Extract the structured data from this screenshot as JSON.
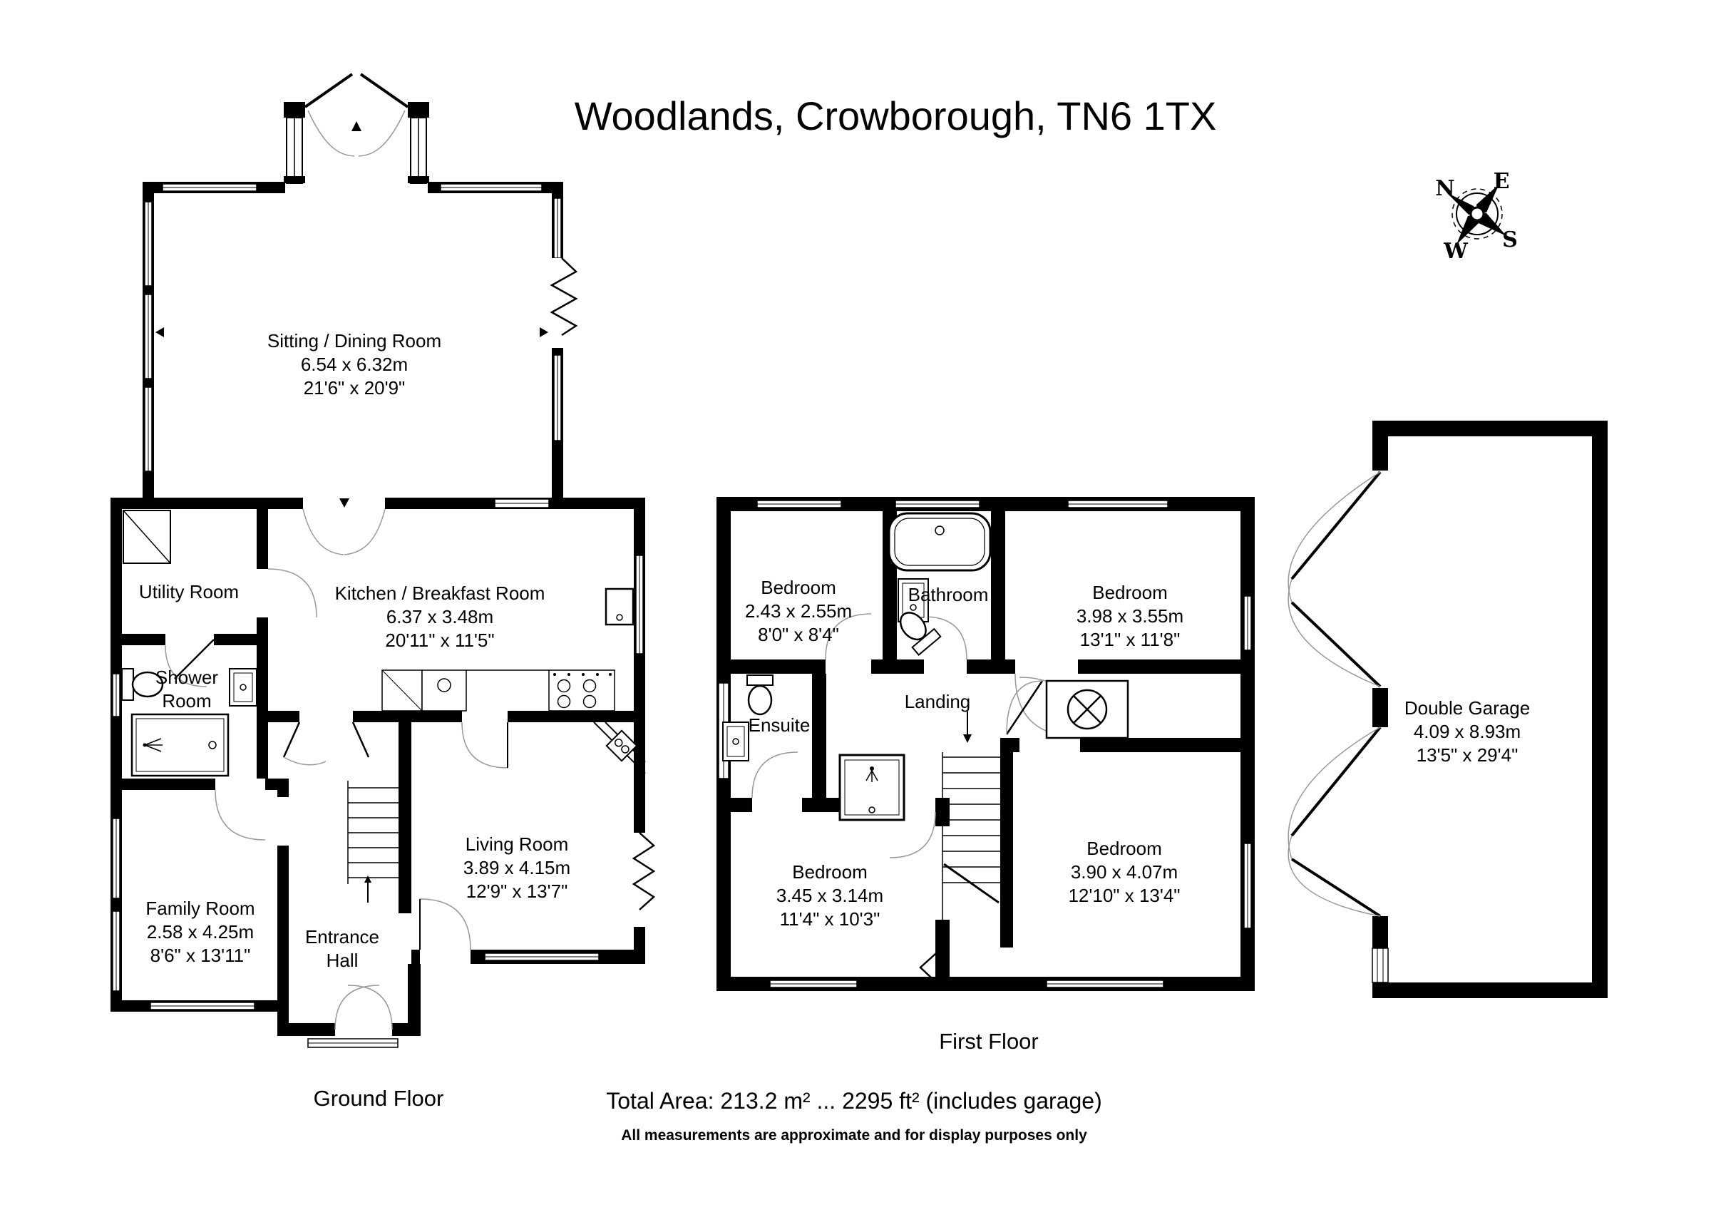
{
  "title": "Woodlands, Crowborough, TN6 1TX",
  "compass": {
    "north": "N",
    "east": "E",
    "south": "S",
    "west": "W"
  },
  "ground_floor": {
    "label": "Ground Floor",
    "rooms": {
      "sitting": {
        "name": "Sitting / Dining Room",
        "metric": "6.54 x 6.32m",
        "imperial": "21'6\" x 20'9\""
      },
      "utility": {
        "name": "Utility Room"
      },
      "shower": {
        "name": "Shower Room"
      },
      "kitchen": {
        "name": "Kitchen / Breakfast Room",
        "metric": "6.37 x 3.48m",
        "imperial": "20'11\" x 11'5\""
      },
      "family": {
        "name": "Family Room",
        "metric": "2.58 x 4.25m",
        "imperial": "8'6\" x 13'11\""
      },
      "entrance": {
        "name": "Entrance Hall"
      },
      "living": {
        "name": "Living Room",
        "metric": "3.89 x 4.15m",
        "imperial": "12'9\" x 13'7\""
      }
    }
  },
  "first_floor": {
    "label": "First Floor",
    "rooms": {
      "bedroom_top_left": {
        "name": "Bedroom",
        "metric": "2.43 x 2.55m",
        "imperial": "8'0\" x 8'4\""
      },
      "bathroom": {
        "name": "Bathroom"
      },
      "bedroom_top_right": {
        "name": "Bedroom",
        "metric": "3.98 x 3.55m",
        "imperial": "13'1\" x 11'8\""
      },
      "ensuite": {
        "name": "Ensuite"
      },
      "landing": {
        "name": "Landing"
      },
      "bedroom_bottom_left": {
        "name": "Bedroom",
        "metric": "3.45 x 3.14m",
        "imperial": "11'4\" x 10'3\""
      },
      "bedroom_bottom_right": {
        "name": "Bedroom",
        "metric": "3.90 x 4.07m",
        "imperial": "12'10\" x 13'4\""
      }
    }
  },
  "garage": {
    "name": "Double Garage",
    "metric": "4.09 x 8.93m",
    "imperial": "13'5\" x 29'4\""
  },
  "footer": {
    "total_area": "Total Area: 213.2 m² ... 2295 ft² (includes garage)",
    "disclaimer": "All measurements are approximate and for display purposes only"
  }
}
